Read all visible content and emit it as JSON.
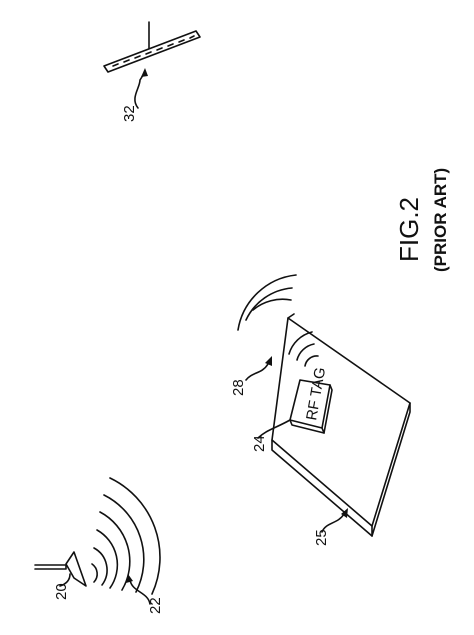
{
  "figure": {
    "title": "FIG.2",
    "subtitle": "(PRIOR ART)"
  },
  "labels": {
    "antenna": "20",
    "waves_antenna": "22",
    "tag_ref": "24",
    "object": "25",
    "waves_tag": "28",
    "reader": "32"
  },
  "tag": {
    "text": "RF TAG"
  }
}
